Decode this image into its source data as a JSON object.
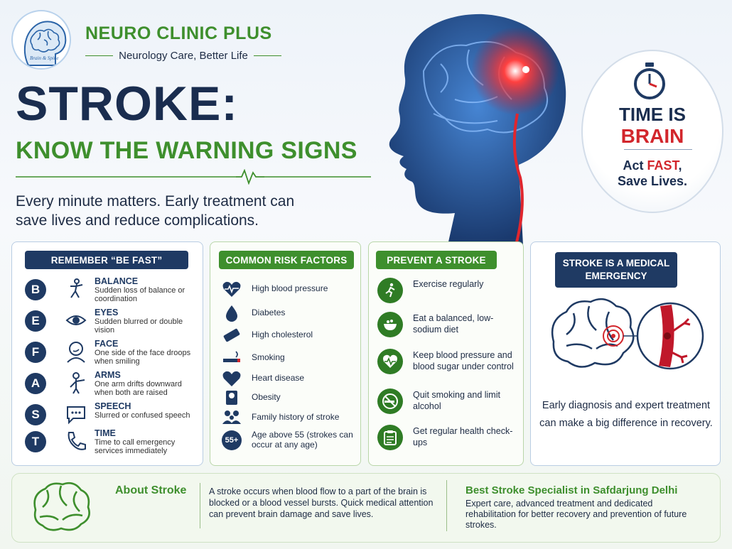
{
  "brand": {
    "logo_text": "Brain & Spine",
    "name": "NEURO CLINIC PLUS",
    "tagline": "Neurology Care, Better Life"
  },
  "hero": {
    "title": "STROKE:",
    "subtitle": "KNOW THE WARNING SIGNS",
    "lead": "Every minute matters. Early treatment can save lives and reduce complications."
  },
  "time_is_brain": {
    "line1": "TIME IS",
    "line2": "BRAIN",
    "act": "Act ",
    "fast": "FAST",
    "act_after": ",",
    "save": "Save Lives."
  },
  "be_fast": {
    "title": "REMEMBER “BE FAST”",
    "items": [
      {
        "letter": "B",
        "icon": "balance-icon",
        "heading": "BALANCE",
        "text": "Sudden loss of balance or coordination"
      },
      {
        "letter": "E",
        "icon": "eye-icon",
        "heading": "EYES",
        "text": "Sudden blurred or double vision"
      },
      {
        "letter": "F",
        "icon": "face-icon",
        "heading": "FACE",
        "text": "One side of the face droops when smiling"
      },
      {
        "letter": "A",
        "icon": "arm-icon",
        "heading": "ARMS",
        "text": "One arm drifts downward when both are raised"
      },
      {
        "letter": "S",
        "icon": "speech-bubble-icon",
        "heading": "SPEECH",
        "text": "Slurred or confused speech"
      },
      {
        "letter": "T",
        "icon": "phone-icon",
        "heading": "TIME",
        "text": "Time to call emergency services immediately"
      }
    ]
  },
  "risk_factors": {
    "title": "COMMON RISK FACTORS",
    "items": [
      {
        "icon": "heart-pulse-icon",
        "text": "High blood pressure"
      },
      {
        "icon": "drop-icon",
        "text": "Diabetes"
      },
      {
        "icon": "cholesterol-icon",
        "text": "High cholesterol"
      },
      {
        "icon": "cigarette-icon",
        "text": "Smoking"
      },
      {
        "icon": "heart-icon",
        "text": "Heart disease"
      },
      {
        "icon": "scale-icon",
        "text": "Obesity"
      },
      {
        "icon": "family-icon",
        "text": "Family history of stroke"
      },
      {
        "icon": "age-badge",
        "badge": "55+",
        "text": "Age above 55 (strokes can occur at any age)"
      }
    ]
  },
  "prevent": {
    "title": "PREVENT A STROKE",
    "items": [
      {
        "icon": "running-icon",
        "text": "Exercise regularly"
      },
      {
        "icon": "bowl-icon",
        "text": "Eat a balanced, low-sodium diet"
      },
      {
        "icon": "heart-monitor-icon",
        "text": "Keep blood pressure and blood sugar under control"
      },
      {
        "icon": "no-smoking-icon",
        "text": "Quit smoking and limit alcohol"
      },
      {
        "icon": "clipboard-icon",
        "text": "Get regular health check-ups"
      }
    ]
  },
  "emergency": {
    "title": "STROKE IS A MEDICAL EMERGENCY",
    "text": "Early diagnosis and expert treatment can make a big difference in recovery."
  },
  "footer": {
    "about_title": "About Stroke",
    "about_text": "A stroke occurs when blood flow to a part of the brain is blocked or a blood vessel bursts. Quick medical attention can prevent brain damage and save lives.",
    "specialist_title": "Best Stroke Specialist in Safdarjung Delhi",
    "specialist_text": "Expert care, advanced treatment and dedicated rehabilitation for better recovery and prevention of future strokes."
  },
  "colors": {
    "navy": "#1f3a63",
    "green": "#3e8f2d",
    "red": "#d2262c"
  }
}
